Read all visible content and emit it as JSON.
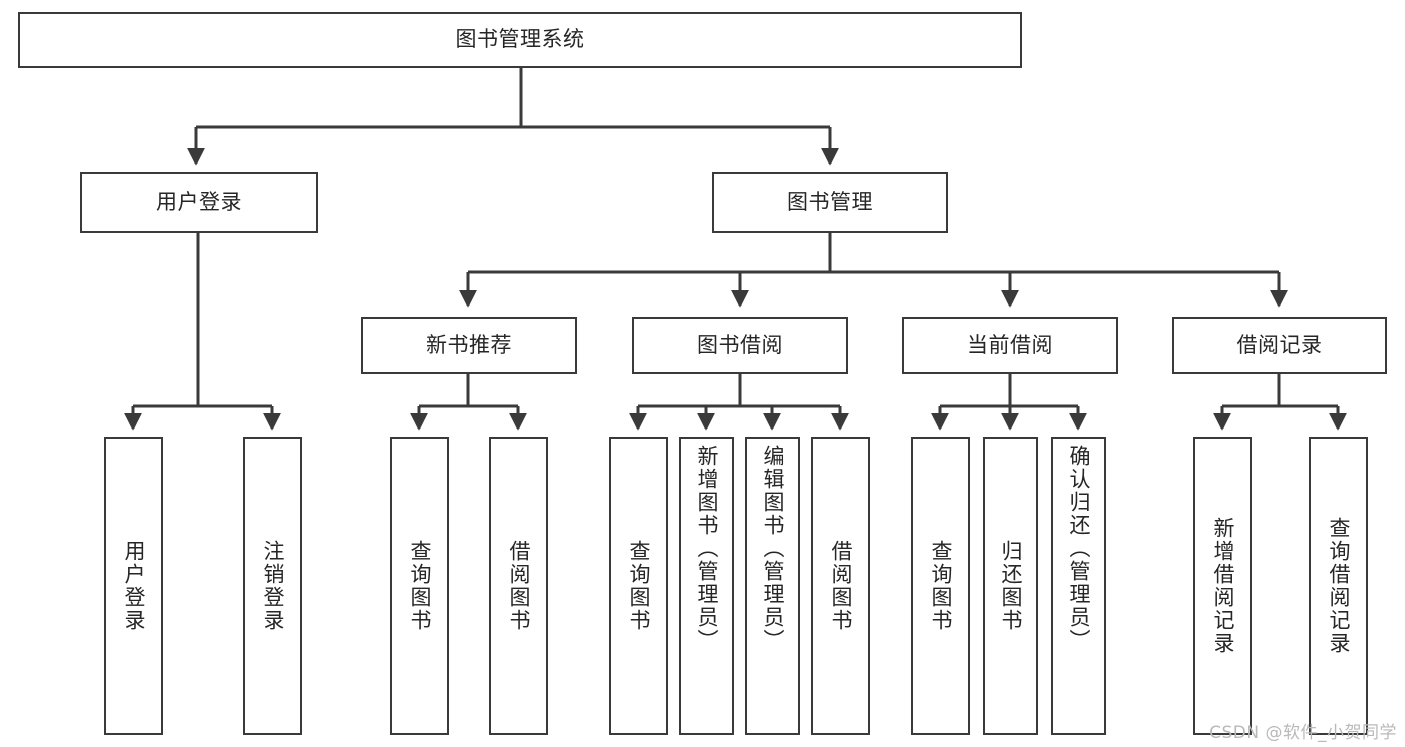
{
  "diagram": {
    "title": "图书管理系统",
    "type": "tree-hierarchy",
    "root": {
      "label": "图书管理系统"
    },
    "level2": [
      {
        "label": "用户登录"
      },
      {
        "label": "图书管理"
      }
    ],
    "level3": [
      {
        "label": "新书推荐"
      },
      {
        "label": "图书借阅"
      },
      {
        "label": "当前借阅"
      },
      {
        "label": "借阅记录"
      }
    ],
    "leaves": {
      "user_login": [
        {
          "label": "用户登录"
        },
        {
          "label": "注销登录"
        }
      ],
      "new_book_recommend": [
        {
          "label": "查询图书"
        },
        {
          "label": "借阅图书"
        }
      ],
      "book_borrow": [
        {
          "label": "查询图书"
        },
        {
          "label": "新增图书（管理员）"
        },
        {
          "label": "编辑图书（管理员）"
        },
        {
          "label": "借阅图书"
        }
      ],
      "current_borrow": [
        {
          "label": "查询图书"
        },
        {
          "label": "归还图书"
        },
        {
          "label": "确认归还（管理员）"
        }
      ],
      "borrow_record": [
        {
          "label": "新增借阅记录"
        },
        {
          "label": "查询借阅记录"
        }
      ]
    }
  },
  "colors": {
    "stroke": "#3a3a3a",
    "text": "#262626",
    "background": "#ffffff",
    "watermark": "#b9b9b9"
  },
  "watermark": {
    "text": "CSDN @软件_小贺同学"
  }
}
